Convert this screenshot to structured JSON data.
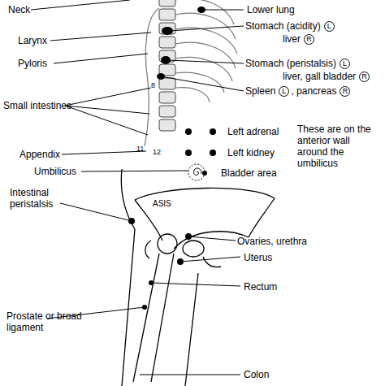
{
  "diagram": {
    "labels": [
      "Neck",
      "Larynx",
      "Pyloris",
      "Small intestines",
      "Appendix",
      "Umbilicus",
      "ASIS",
      "Intestinal peristalsis",
      "Prostate or broad ligament",
      "Lower lung",
      "Stomach (acidity)",
      "L",
      "liver",
      "R",
      "Stomach (peristalsis)",
      "L",
      "liver, gall bladder",
      "R",
      "Spleen",
      "L",
      ", pancreas",
      "R",
      "Left adrenal",
      "Left kidney",
      "Bladder area",
      "These are on the anterior wall around the umbilicus",
      "Ovaries, urethra",
      "Uterus",
      "Rectum",
      "Colon",
      "8",
      "11",
      "12"
    ]
  }
}
